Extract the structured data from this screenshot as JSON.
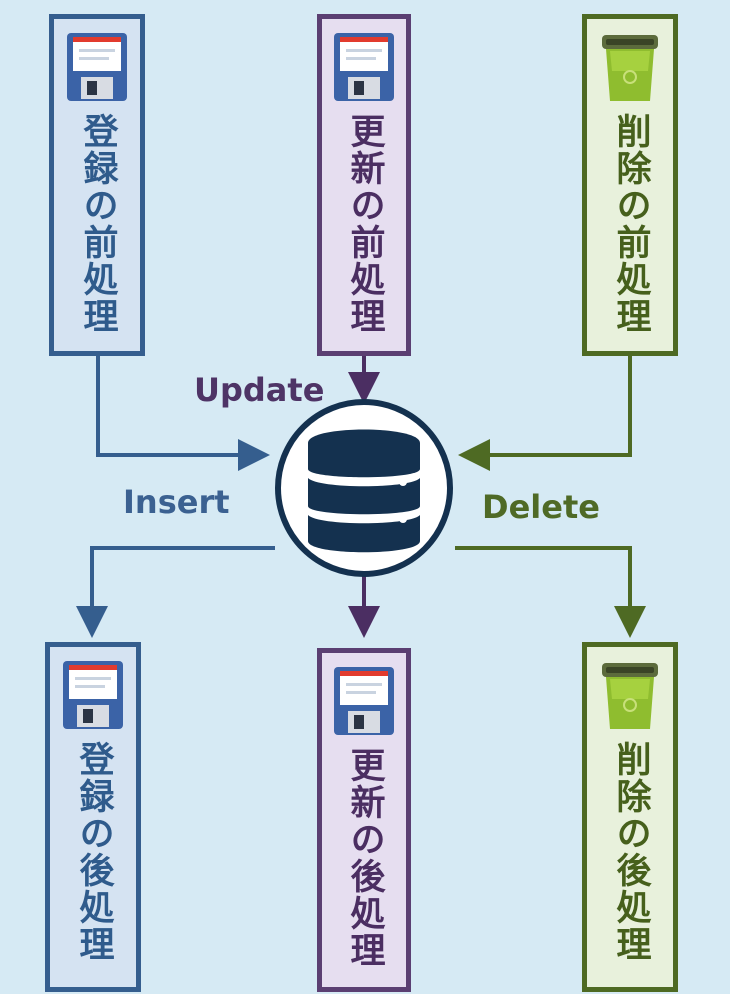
{
  "diagram": {
    "top": [
      {
        "id": "insert-pre",
        "label": "登録の前処理",
        "icon": "floppy-disk-icon",
        "color": "blue"
      },
      {
        "id": "update-pre",
        "label": "更新の前処理",
        "icon": "floppy-disk-icon",
        "color": "purple"
      },
      {
        "id": "delete-pre",
        "label": "削除の前処理",
        "icon": "trash-can-icon",
        "color": "green"
      }
    ],
    "bottom": [
      {
        "id": "insert-post",
        "label": "登録の後処理",
        "icon": "floppy-disk-icon",
        "color": "blue"
      },
      {
        "id": "update-post",
        "label": "更新の後処理",
        "icon": "floppy-disk-icon",
        "color": "purple"
      },
      {
        "id": "delete-post",
        "label": "削除の後処理",
        "icon": "trash-can-icon",
        "color": "green"
      }
    ],
    "operations": {
      "update": "Update",
      "insert": "Insert",
      "delete": "Delete"
    },
    "center_icon": "database-icon",
    "colors": {
      "background": "#d6eaf4",
      "blue": "#355e8e",
      "purple": "#5b3f72",
      "green": "#4e6a23",
      "database": "#14314f"
    }
  }
}
